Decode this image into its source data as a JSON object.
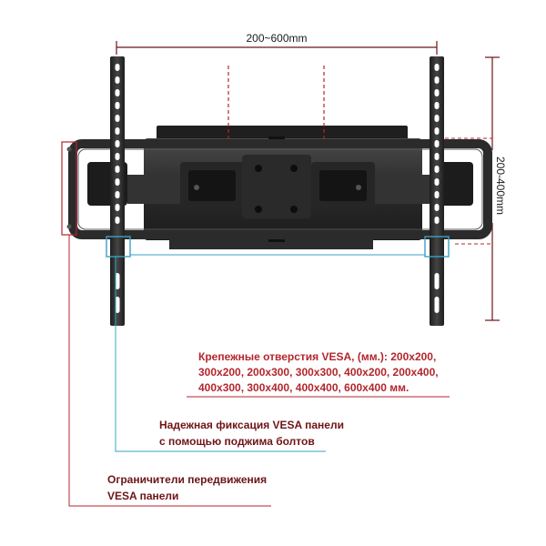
{
  "dimensions": {
    "horizontal": "200~600mm",
    "vertical": "200-400mm"
  },
  "callouts": {
    "vesa_holes": {
      "line1": "Крепежные отверстия VESA, (мм.): 200x200,",
      "line2": "300x200, 200x300, 300x300, 400x200, 200x400,",
      "line3": "400x300, 300x400, 400x400, 600x400 мм."
    },
    "bolt_fixing": {
      "line1": "Надежная фиксация VESA панели",
      "line2": "с помощью поджима болтов"
    },
    "limiters": {
      "line1": "Ограничители передвижения",
      "line2": "VESA панели"
    }
  },
  "colors": {
    "bracket": "#2b2b2b",
    "callout_red": "#b3262d",
    "callout_blue": "#3aa0c8",
    "dimension_line": "#6e1418"
  }
}
